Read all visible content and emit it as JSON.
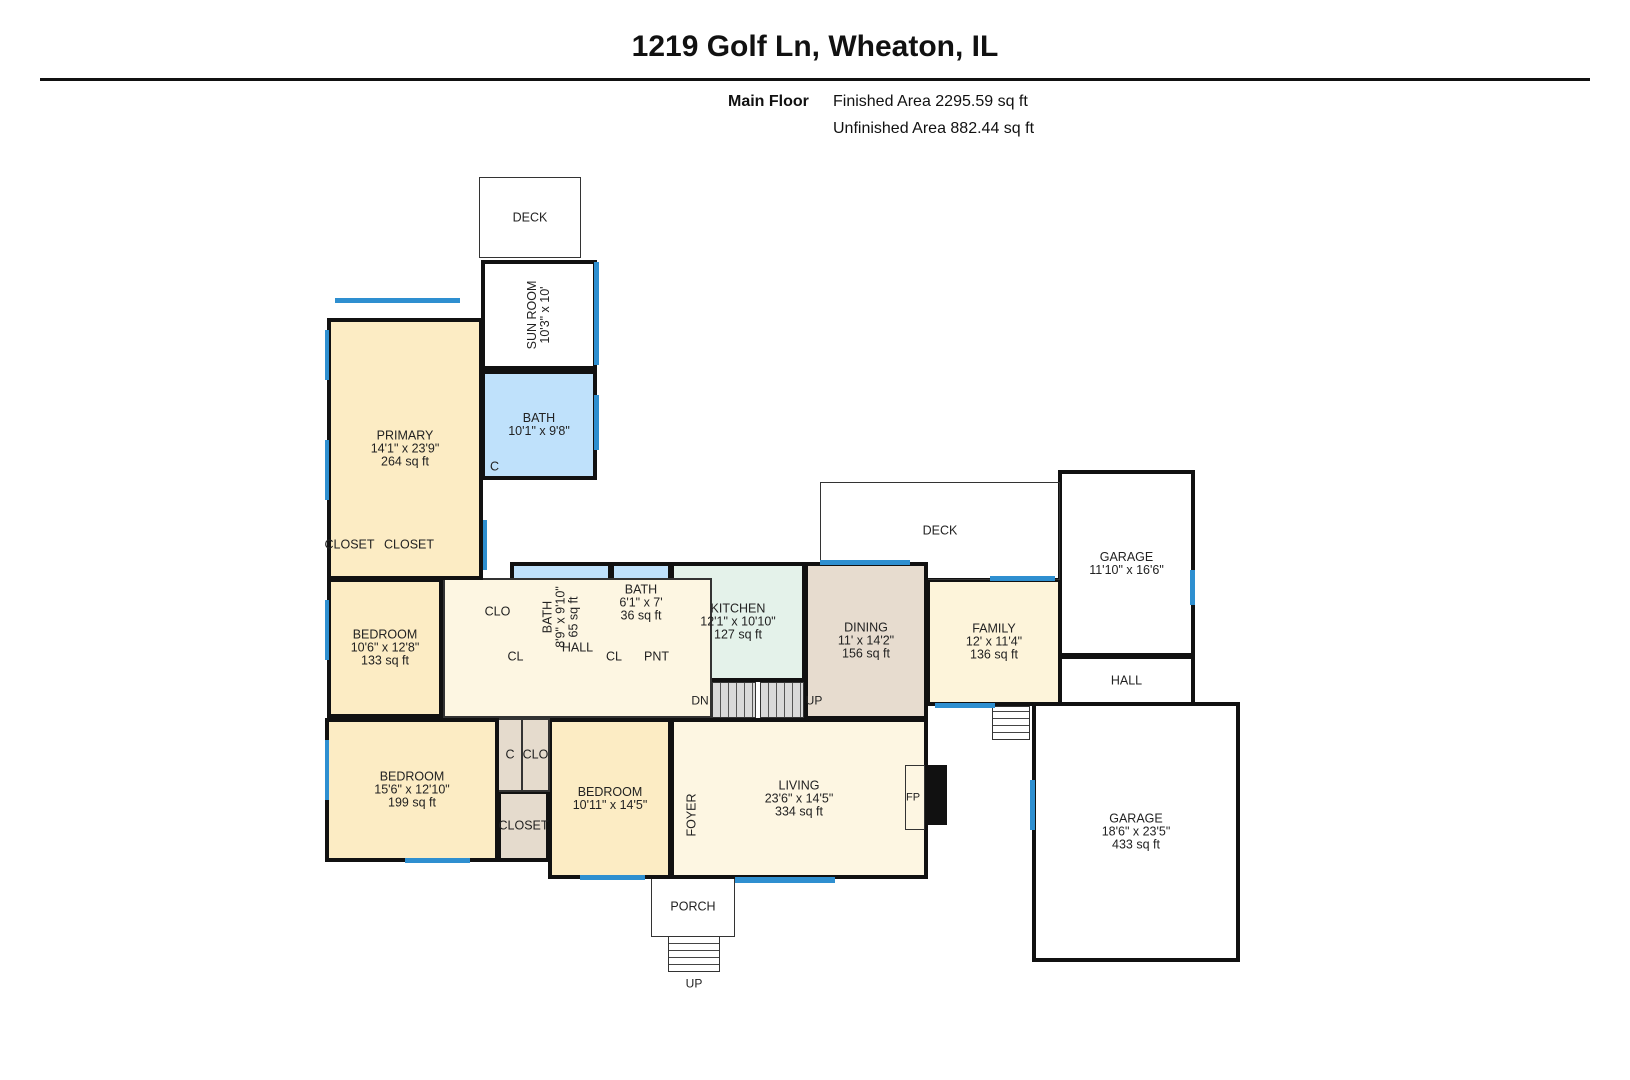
{
  "header": {
    "title": "1219 Golf Ln, Wheaton, IL",
    "floor": "Main Floor",
    "finished_area": "Finished Area 2295.59 sq ft",
    "unfinished_area": "Unfinished Area 882.44 sq ft"
  },
  "colors": {
    "bedroom": "#fcecc4",
    "bath": "#bfe1fb",
    "closet": "#e5dbcd",
    "hall": "#fdf6e2",
    "kitchen": "#e4f2ea",
    "dining": "#e7dccf",
    "family": "#fdf4da",
    "window": "#2e8fd0",
    "wall": "#111111"
  },
  "rooms": [
    {
      "name": "DECK",
      "dims": "",
      "area": ""
    },
    {
      "name": "SUN ROOM",
      "dims": "10'3\" x 10'",
      "area": ""
    },
    {
      "name": "PRIMARY",
      "dims": "14'1\" x 23'9\"",
      "area": "264 sq ft"
    },
    {
      "name": "BATH",
      "dims": "10'1\" x 9'8\"",
      "area": ""
    },
    {
      "name": "C",
      "dims": "",
      "area": ""
    },
    {
      "name": "CLOSET",
      "dims": "",
      "area": ""
    },
    {
      "name": "CLOSET",
      "dims": "",
      "area": ""
    },
    {
      "name": "BEDROOM",
      "dims": "10'6\" x 12'8\"",
      "area": "133 sq ft"
    },
    {
      "name": "HALL",
      "dims": "",
      "area": ""
    },
    {
      "name": "CLO",
      "dims": "",
      "area": ""
    },
    {
      "name": "CL",
      "dims": "",
      "area": ""
    },
    {
      "name": "BATH",
      "dims": "8'9\" x 9'10\"",
      "area": "65 sq ft"
    },
    {
      "name": "BATH",
      "dims": "6'1\" x 7'",
      "area": "36 sq ft"
    },
    {
      "name": "CL",
      "dims": "",
      "area": ""
    },
    {
      "name": "PNT",
      "dims": "",
      "area": ""
    },
    {
      "name": "KITCHEN",
      "dims": "12'1\" x 10'10\"",
      "area": "127 sq ft"
    },
    {
      "name": "DINING",
      "dims": "11' x 14'2\"",
      "area": "156 sq ft"
    },
    {
      "name": "DECK",
      "dims": "",
      "area": ""
    },
    {
      "name": "FAMILY",
      "dims": "12' x 11'4\"",
      "area": "136 sq ft"
    },
    {
      "name": "GARAGE",
      "dims": "11'10\" x 16'6\"",
      "area": ""
    },
    {
      "name": "HALL",
      "dims": "",
      "area": ""
    },
    {
      "name": "GARAGE",
      "dims": "18'6\" x 23'5\"",
      "area": "433 sq ft"
    },
    {
      "name": "BEDROOM",
      "dims": "15'6\" x 12'10\"",
      "area": "199 sq ft"
    },
    {
      "name": "C",
      "dims": "",
      "area": ""
    },
    {
      "name": "CLO",
      "dims": "",
      "area": ""
    },
    {
      "name": "CLOSET",
      "dims": "",
      "area": ""
    },
    {
      "name": "BEDROOM",
      "dims": "10'11\" x 14'5\"",
      "area": ""
    },
    {
      "name": "LIVING",
      "dims": "23'6\" x 14'5\"",
      "area": "334 sq ft"
    },
    {
      "name": "FOYER",
      "dims": "",
      "area": ""
    },
    {
      "name": "PORCH",
      "dims": "",
      "area": ""
    }
  ],
  "stairs": {
    "down": "DN",
    "up": "UP"
  },
  "porch_steps": "UP",
  "fireplace": "FP"
}
